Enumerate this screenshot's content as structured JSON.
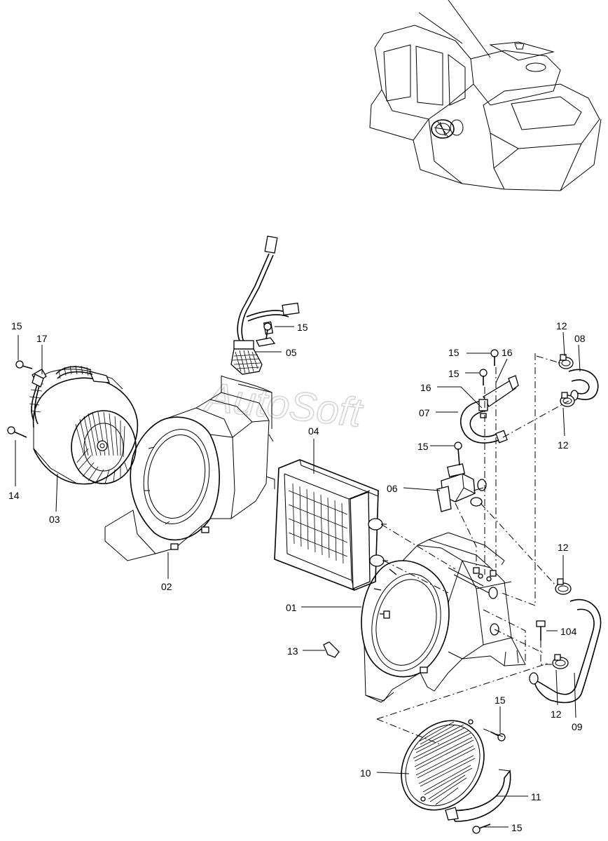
{
  "watermark": "AutoSoft",
  "callouts": [
    {
      "id": "c15a",
      "text": "15"
    },
    {
      "id": "c17",
      "text": "17"
    },
    {
      "id": "c14",
      "text": "14"
    },
    {
      "id": "c03",
      "text": "03"
    },
    {
      "id": "c15b",
      "text": "15"
    },
    {
      "id": "c05",
      "text": "05"
    },
    {
      "id": "c02",
      "text": "02"
    },
    {
      "id": "c04",
      "text": "04"
    },
    {
      "id": "c15c",
      "text": "15"
    },
    {
      "id": "c16a",
      "text": "16"
    },
    {
      "id": "c15d",
      "text": "15"
    },
    {
      "id": "c16b",
      "text": "16"
    },
    {
      "id": "c07",
      "text": "07"
    },
    {
      "id": "c15e",
      "text": "15"
    },
    {
      "id": "c06",
      "text": "06"
    },
    {
      "id": "c12a",
      "text": "12"
    },
    {
      "id": "c08",
      "text": "08"
    },
    {
      "id": "c12b",
      "text": "12"
    },
    {
      "id": "c12c",
      "text": "12"
    },
    {
      "id": "c01",
      "text": "01"
    },
    {
      "id": "c104",
      "text": "104"
    },
    {
      "id": "c13",
      "text": "13"
    },
    {
      "id": "c12d",
      "text": "12"
    },
    {
      "id": "c09",
      "text": "09"
    },
    {
      "id": "c15f",
      "text": "15"
    },
    {
      "id": "c10",
      "text": "10"
    },
    {
      "id": "c11",
      "text": "11"
    },
    {
      "id": "c15g",
      "text": "15"
    }
  ]
}
